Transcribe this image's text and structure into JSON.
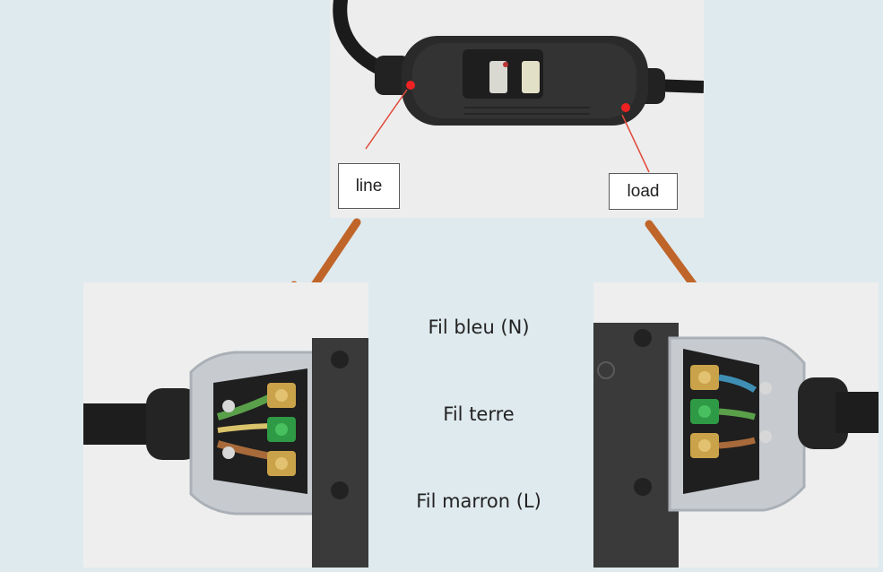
{
  "top_photo": {
    "callouts": {
      "line": "line",
      "load": "load"
    }
  },
  "wire_labels": {
    "blue": "Fil bleu (N)",
    "earth": "Fil terre",
    "brown": "Fil marron (L)"
  },
  "colors": {
    "background": "#dfeaee",
    "arrow": "#c0652a",
    "pointer": "#e04a3a"
  }
}
